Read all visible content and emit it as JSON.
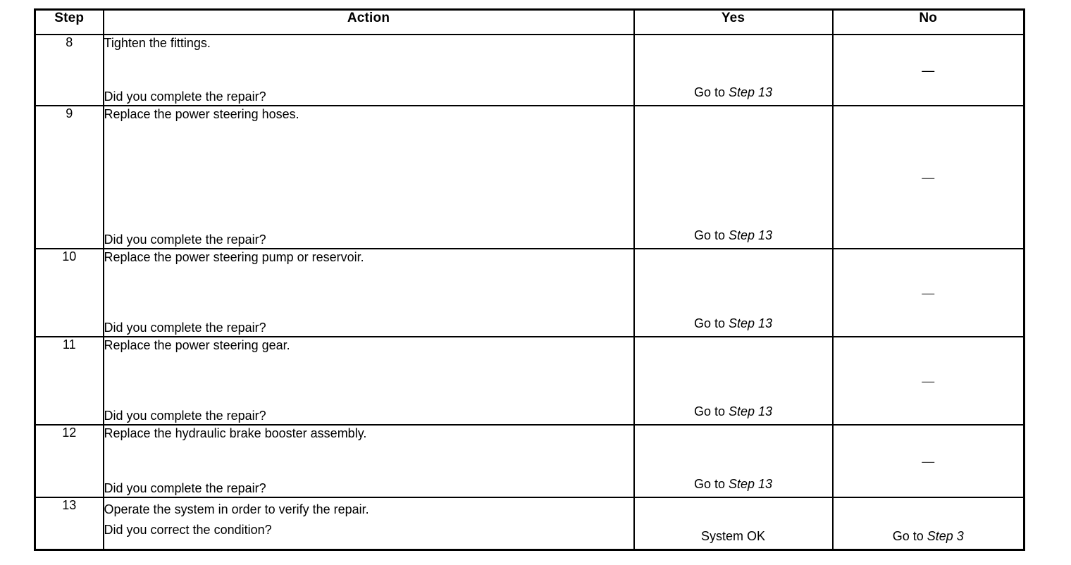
{
  "table": {
    "headers": {
      "step": "Step",
      "action": "Action",
      "yes": "Yes",
      "no": "No"
    },
    "dash": "—",
    "rows": [
      {
        "step": "8",
        "action_title": "Tighten the fittings.",
        "action_question": "Did you complete the repair?",
        "yes_prefix": "Go to ",
        "yes_ref": "Step 13",
        "no": "—"
      },
      {
        "step": "9",
        "action_title": "Replace the power steering hoses.",
        "action_question": "Did you complete the repair?",
        "yes_prefix": "Go to ",
        "yes_ref": "Step 13",
        "no": "—"
      },
      {
        "step": "10",
        "action_title": "Replace the power steering pump or reservoir.",
        "action_question": "Did you complete the repair?",
        "yes_prefix": "Go to ",
        "yes_ref": "Step 13",
        "no": "—"
      },
      {
        "step": "11",
        "action_title": "Replace the power steering gear.",
        "action_question": "Did you complete the repair?",
        "yes_prefix": "Go to ",
        "yes_ref": "Step 13",
        "no": "—"
      },
      {
        "step": "12",
        "action_title": "Replace the hydraulic brake booster assembly.",
        "action_question": "Did you complete the repair?",
        "yes_prefix": "Go to ",
        "yes_ref": "Step 13",
        "no": "—"
      },
      {
        "step": "13",
        "action_title": "Operate the system in order to verify the repair.",
        "action_question": "Did you correct the condition?",
        "yes_prefix": "System OK",
        "yes_ref": "",
        "no_prefix": "Go to ",
        "no_ref": "Step 3"
      }
    ]
  }
}
